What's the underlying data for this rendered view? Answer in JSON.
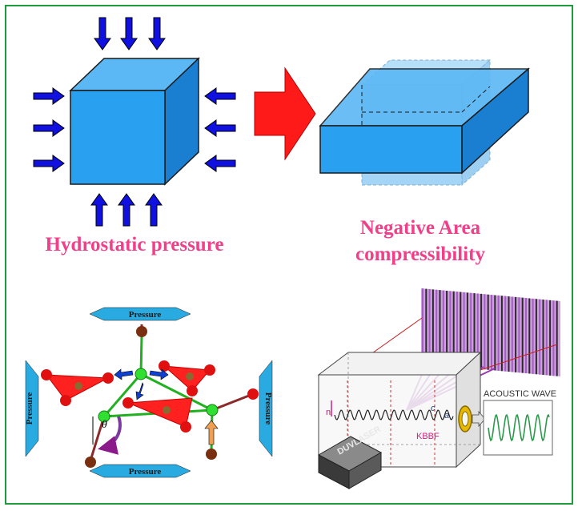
{
  "captions": {
    "hydrostatic": "Hydrostatic pressure",
    "nac_line1": "Negative Area",
    "nac_line2": "compressibility"
  },
  "structure_panel": {
    "pressure_label": "Pressure",
    "angle_symbol": "θ"
  },
  "laser_panel": {
    "refractive_symbol": "n",
    "crystal_label": "KBBF",
    "axis_c": "c",
    "axis_a": "a",
    "laser_label": "DUVLASER",
    "acoustic_label": "ACOUSTIC WAVE"
  },
  "colors": {
    "border": "#1e9b3a",
    "caption": "#f0408a",
    "cube": "#2aa0f0",
    "arrow_blue": "#1010e0",
    "arrow_red": "#ff1a1a",
    "pressure_arrow": "#29abe2"
  }
}
